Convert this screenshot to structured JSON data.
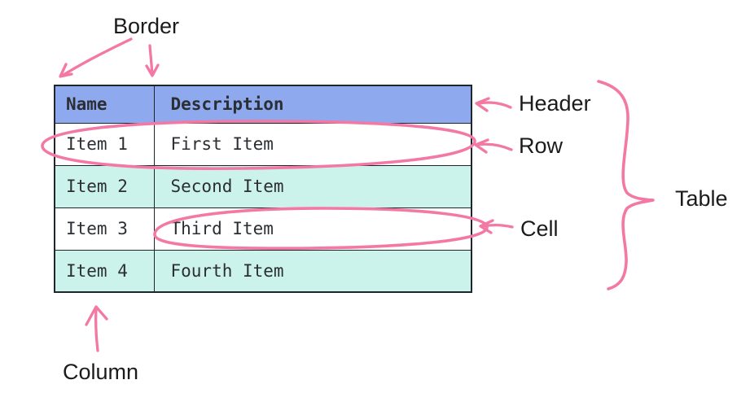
{
  "table": {
    "columns": [
      "Name",
      "Description"
    ],
    "rows": [
      [
        "Item 1",
        "First Item"
      ],
      [
        "Item 2",
        "Second Item"
      ],
      [
        "Item 3",
        "Third Item"
      ],
      [
        "Item 4",
        "Fourth Item"
      ]
    ]
  },
  "annotations": {
    "border": "Border",
    "header": "Header",
    "row": "Row",
    "cell": "Cell",
    "table": "Table",
    "column": "Column"
  },
  "colors": {
    "header_bg": "#8ea9ee",
    "row_even_bg": "#ccf3eb",
    "row_odd_bg": "#ffffff",
    "table_border": "#1f252b",
    "table_text": "#2b2e32",
    "annotation_pink": "#f378a3",
    "label_text": "#1b1b1d",
    "background": "#ffffff"
  }
}
